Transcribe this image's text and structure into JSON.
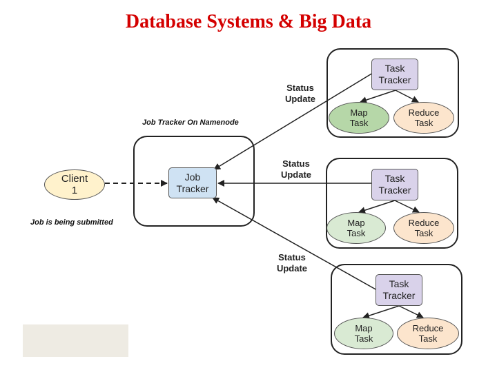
{
  "title": "Database Systems & Big Data",
  "job_tracker_caption": "Job Tracker On Namenode",
  "submit_caption": "Job is being submitted",
  "client": {
    "line1": "Client",
    "line2": "1"
  },
  "job_tracker": {
    "line1": "Job",
    "line2": "Tracker"
  },
  "status_label": {
    "line1": "Status",
    "line2": "Update"
  },
  "task_tracker": {
    "line1": "Task",
    "line2": "Tracker"
  },
  "map_task": {
    "line1": "Map",
    "line2": "Task"
  },
  "reduce_task": {
    "line1": "Reduce",
    "line2": "Task"
  },
  "colors": {
    "title": "#d40000",
    "task_tracker": "#d9d2ea",
    "job_tracker": "#cfe2f3",
    "map_active": "#b6d7a8",
    "map_idle": "#d9ead3",
    "reduce": "#fce5cd",
    "client": "#fff2cc"
  }
}
